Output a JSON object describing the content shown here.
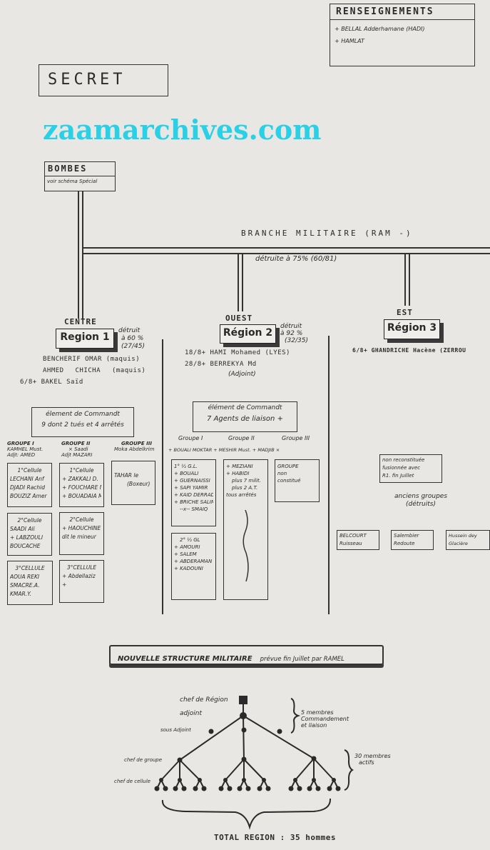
{
  "renseignements": {
    "title": "RENSEIGNEMENTS",
    "items": [
      "+ BELLAL Adderhamane (HADI)",
      "+ HAMLAT"
    ]
  },
  "secret_label": "SECRET",
  "bombes": {
    "title": "BOMBES",
    "note": "voir schéma Spécial"
  },
  "branche": {
    "title": "BRANCHE MILITAIRE (RAM -)",
    "status": "détruite à 75% (60/81)"
  },
  "centre": {
    "zone": "CENTRE",
    "region": "Region 1",
    "destroyed": [
      "détruit",
      "à 60 %",
      "(27/45)"
    ],
    "members": [
      "BENCHERIF OMAR (maquis)",
      "AHMED CHICHA (maquis)",
      "6/8+ BAKEL Saïd"
    ],
    "command": [
      "élement de Commandt",
      "9 dont 2 tués et 4 arrêtés"
    ],
    "groups": [
      {
        "title": "GROUPE I",
        "lines": [
          "KAMHEL Must.",
          "Adjt: AMED"
        ]
      },
      {
        "title": "GROUPE II",
        "lines": [
          "× Saadi",
          "Adjt MAZARI"
        ]
      },
      {
        "title": "GROUPE III",
        "lines": [
          "Moka Abdelkrim"
        ]
      }
    ],
    "cells": [
      [
        "1°Cellule",
        "LECHANI Anf",
        "DJADI Rachid",
        "BOUZIZ Amer"
      ],
      [
        "1°Cellule",
        "+ ZAKKALI D.",
        "+ FOUCHARE M.",
        "+ BOUADAIA M."
      ],
      [
        "TAHAR le",
        "(Boxeur)"
      ],
      [
        "2°Cellule",
        "SAADI Ali",
        "+ LABZOULI",
        "BOUCACHE"
      ],
      [
        "2°Cellule",
        "+ HAOUCHINE",
        "dit le mineur"
      ],
      [
        "3°CELLULE",
        "AOUA REKI",
        "SMACRE.A.",
        "KMAR.Y."
      ],
      [
        "3°CELLULE",
        "+ Abdellaziz",
        "+"
      ]
    ]
  },
  "ouest": {
    "zone": "OUEST",
    "region": "Région 2",
    "destroyed": [
      "détruit",
      "à 92 %",
      "(32/35)"
    ],
    "members": [
      "18/8+ HAMI Mohamed (LYES)",
      "28/8+ BERREKYA Md",
      "(Adjoint)"
    ],
    "command": [
      "élément de Commandt",
      "7 Agents de liaison +"
    ],
    "groups": [
      "Groupe I",
      "Groupe II",
      "Groupe III"
    ],
    "group_leaders": "+ BOUALI MOKTAR + MESHIR Must. + MADJIB ×",
    "cells": [
      [
        "1° ½ G.L.",
        "+ BOUALI",
        "+ GUERNAISSI",
        "+ SAPI YAMIR",
        "+ KAID DERRADJ",
        "+ BRICHE SALIM",
        "--x-- SMAIQ"
      ],
      [
        "+ MEZIANI",
        "+ HABIDI",
        "plus 7 milit.",
        "plus 2 A.T.",
        "tous arrêtés"
      ],
      [
        "GROUPE",
        "non",
        "constitué"
      ],
      [
        "2° ½ GL",
        "+ AMOURI",
        "+ SALEM",
        "+ ABDERAMAN",
        "+ KADOUNI"
      ]
    ]
  },
  "est": {
    "zone": "EST",
    "region": "Région 3",
    "members": [
      "6/8+ GHANDRICHE Hacène (ZERROU"
    ],
    "note": [
      "non reconstituée",
      "fusionnée avec",
      "R1. fin Juillet"
    ],
    "old_groups_label": [
      "anciens groupes",
      "(détruits)"
    ],
    "old_groups": [
      [
        "BELCOURT",
        "Ruisseau"
      ],
      [
        "Salembier",
        "Redoute"
      ],
      [
        "Hussein dey",
        "Glacière"
      ]
    ]
  },
  "new_structure": {
    "title": "NOUVELLE STRUCTURE MILITAIRE",
    "subtitle": "prévue fin Juillet par RAMEL",
    "labels": {
      "chef_region": "chef de Région",
      "adjoint": "adjoint",
      "sous_adjoint": "sous Adjoint",
      "chef_groupe": "chef de groupe",
      "chef_cellule": "chef de cellule"
    },
    "command_note": [
      "5 membres",
      "Commandement",
      "et liaison"
    ],
    "active_note": [
      "30 membres",
      "actifs"
    ],
    "total": "TOTAL REGION : 35 hommes"
  },
  "watermark": "zaamarchives.com"
}
